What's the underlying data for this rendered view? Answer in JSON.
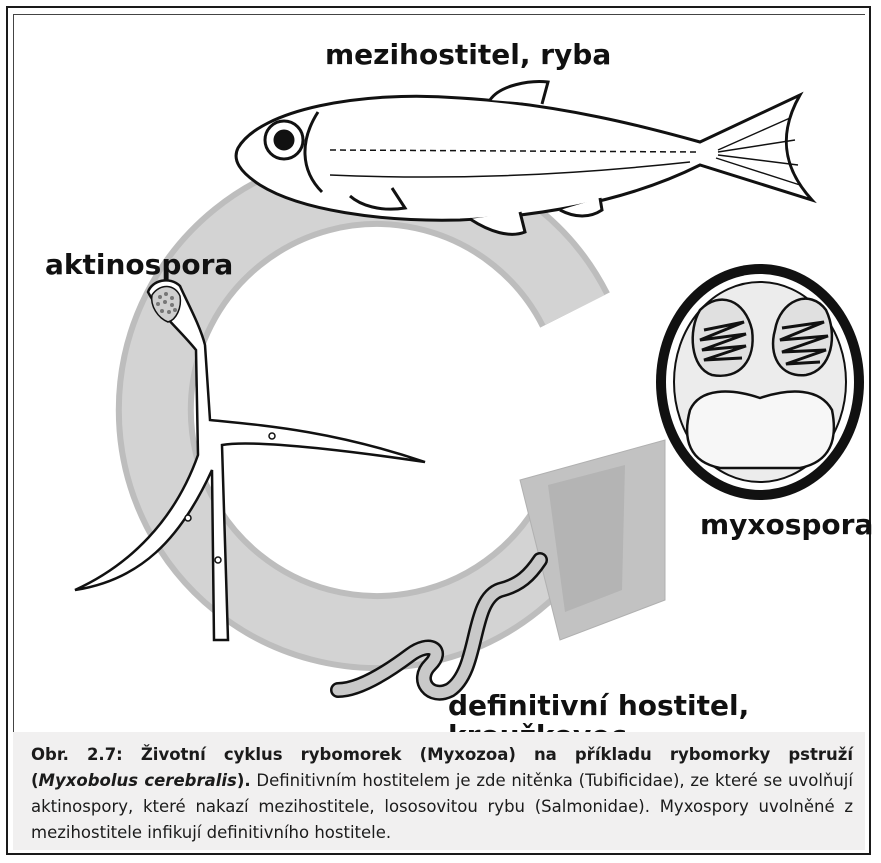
{
  "labels": {
    "fish": "mezihostitel, ryba",
    "aktinospora": "aktinospora",
    "myxospora": "myxospora",
    "definitive_line1": "definitivní hostitel,",
    "definitive_line2": "kroužkovec"
  },
  "caption": {
    "bold_prefix": "Obr. 2.7: Životní cyklus rybomorek (Myxozoa) na příkladu rybomorky pstruží (",
    "bold_italic": "Myxobolus cerebralis",
    "bold_suffix": ").",
    "body": " Definitivním hostitelem je zde nitěnka (Tubificidae), ze které se uvolňují aktinospory, které nakazí mezihostitele, lososovitou rybu (Salmonidae). Myxospory uvolněné z mezihostitele infikují definitivního hostitele."
  },
  "icons": [
    "fish-icon",
    "actinospore-icon",
    "myxospore-icon",
    "worm-icon",
    "cycle-arrow-icon"
  ]
}
